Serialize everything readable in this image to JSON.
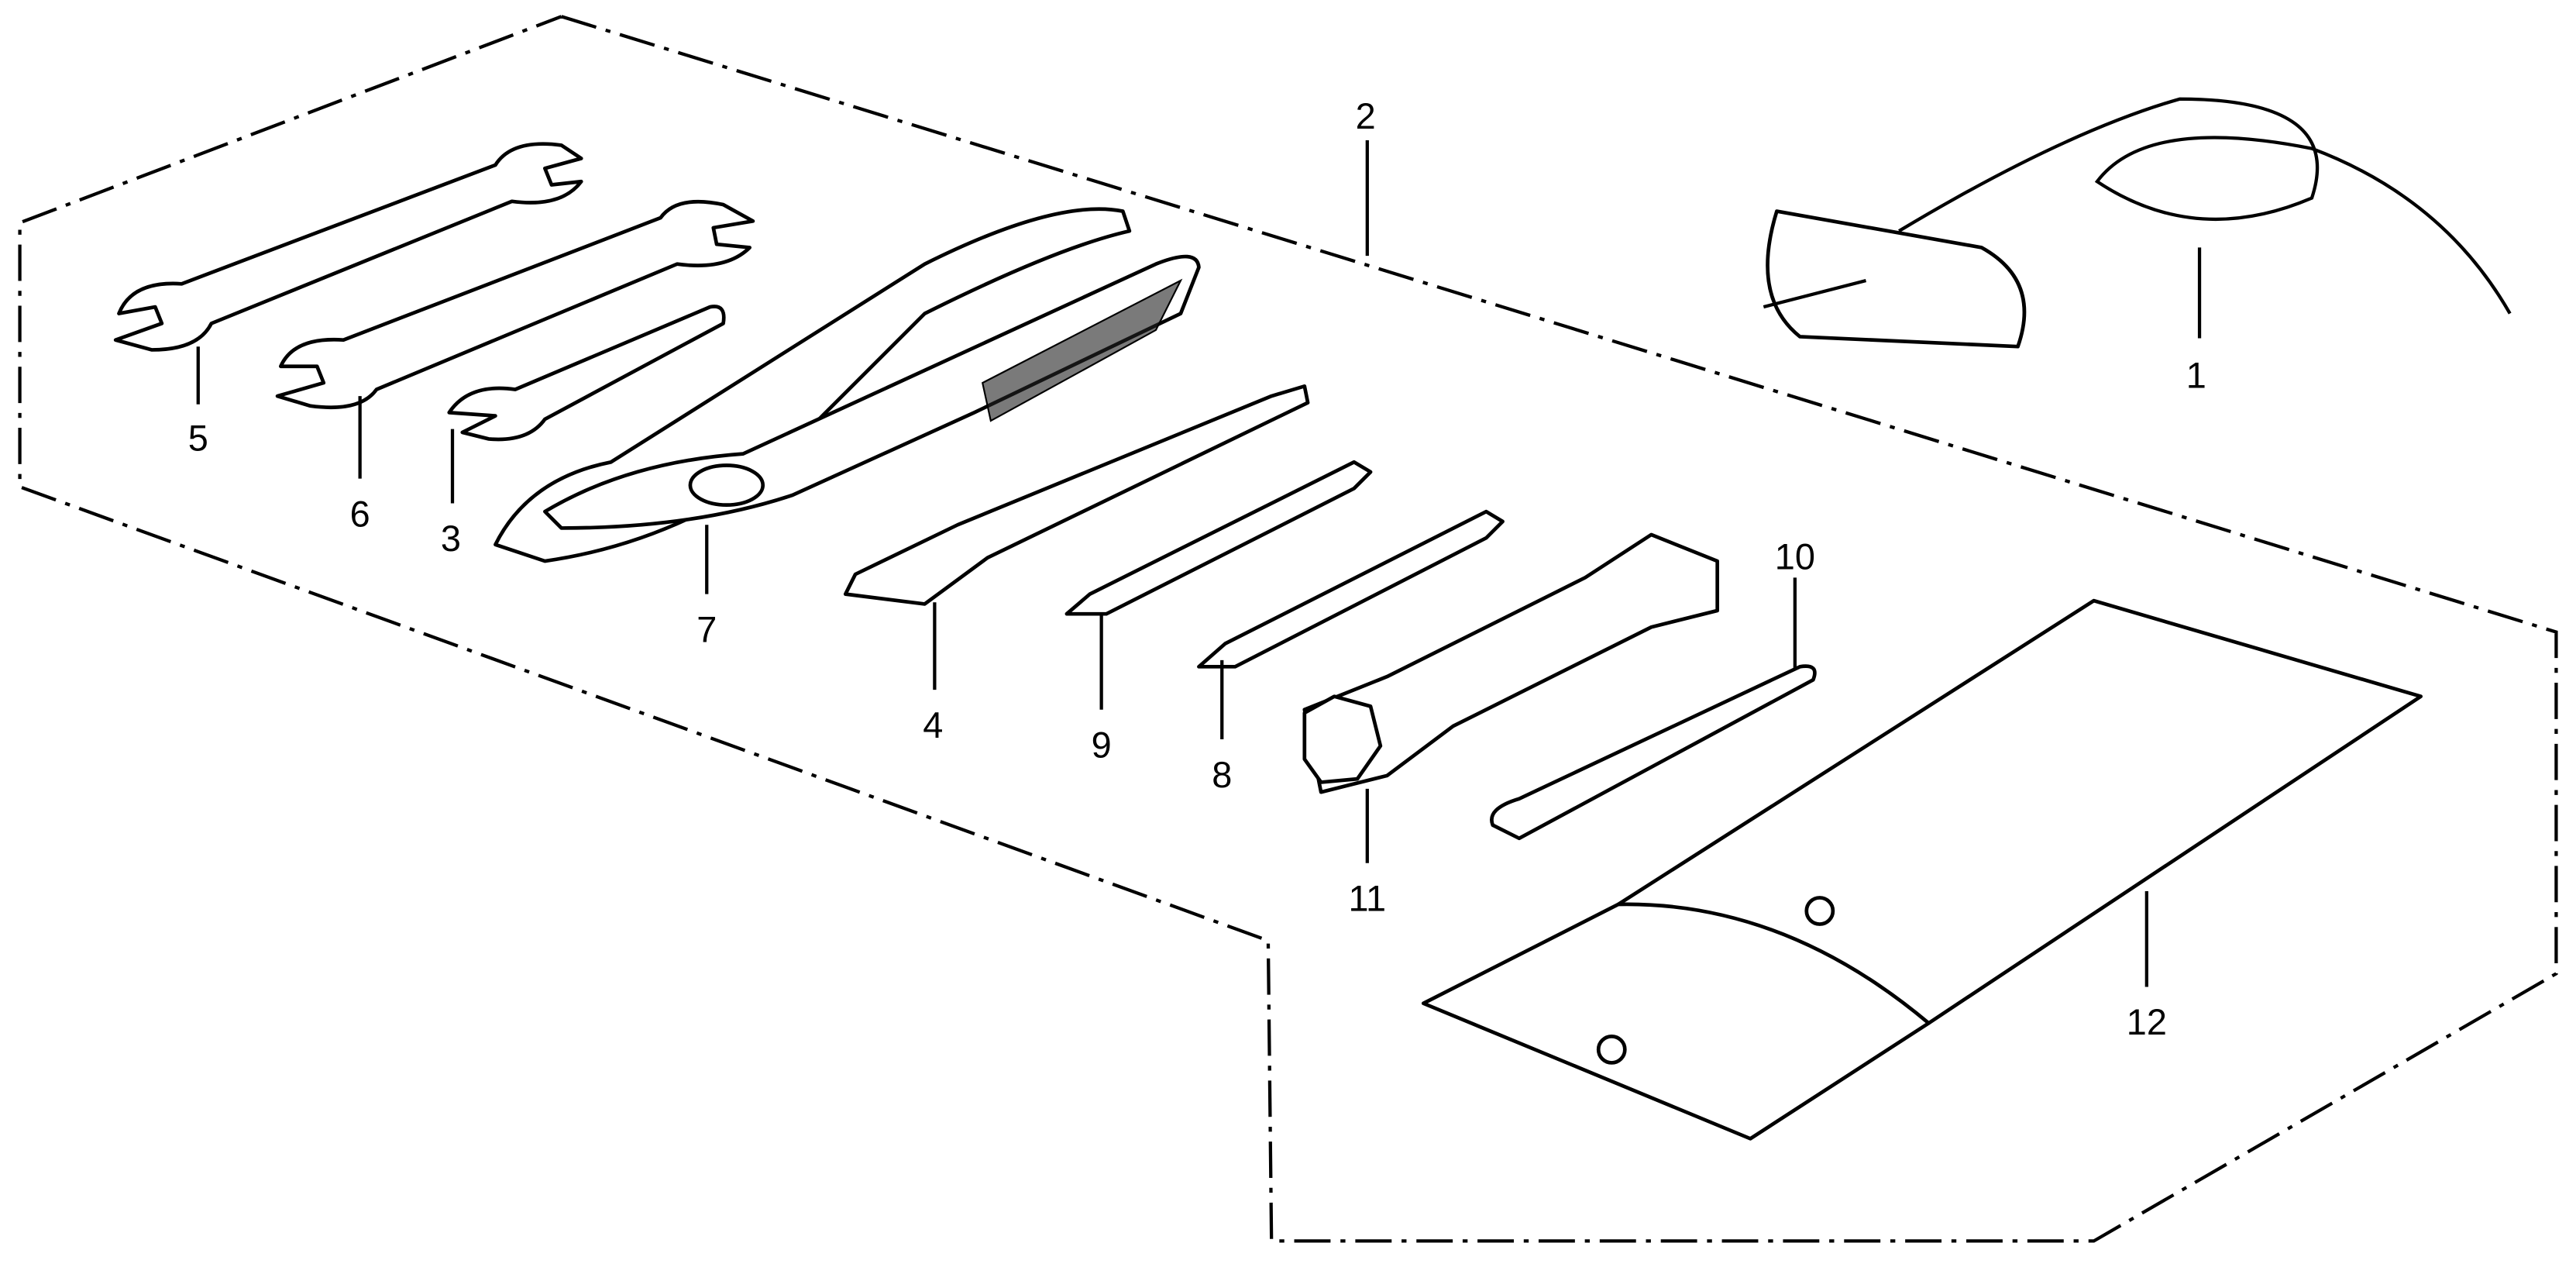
{
  "diagram": {
    "title": "Tool kit parts diagram",
    "callouts": [
      {
        "id": "1",
        "part": "rope-tool"
      },
      {
        "id": "2",
        "part": "tool-set-boundary"
      },
      {
        "id": "3",
        "part": "wrench-small"
      },
      {
        "id": "4",
        "part": "screwdriver-flat"
      },
      {
        "id": "5",
        "part": "wrench-open-end-a"
      },
      {
        "id": "6",
        "part": "wrench-open-end-b"
      },
      {
        "id": "7",
        "part": "pliers"
      },
      {
        "id": "8",
        "part": "screwdriver-bit"
      },
      {
        "id": "9",
        "part": "screwdriver-phillips"
      },
      {
        "id": "10",
        "part": "spanner-bar"
      },
      {
        "id": "11",
        "part": "spark-plug-wrench"
      },
      {
        "id": "12",
        "part": "tool-bag"
      }
    ],
    "colors": {
      "ink": "#000000",
      "paper": "#ffffff"
    }
  }
}
